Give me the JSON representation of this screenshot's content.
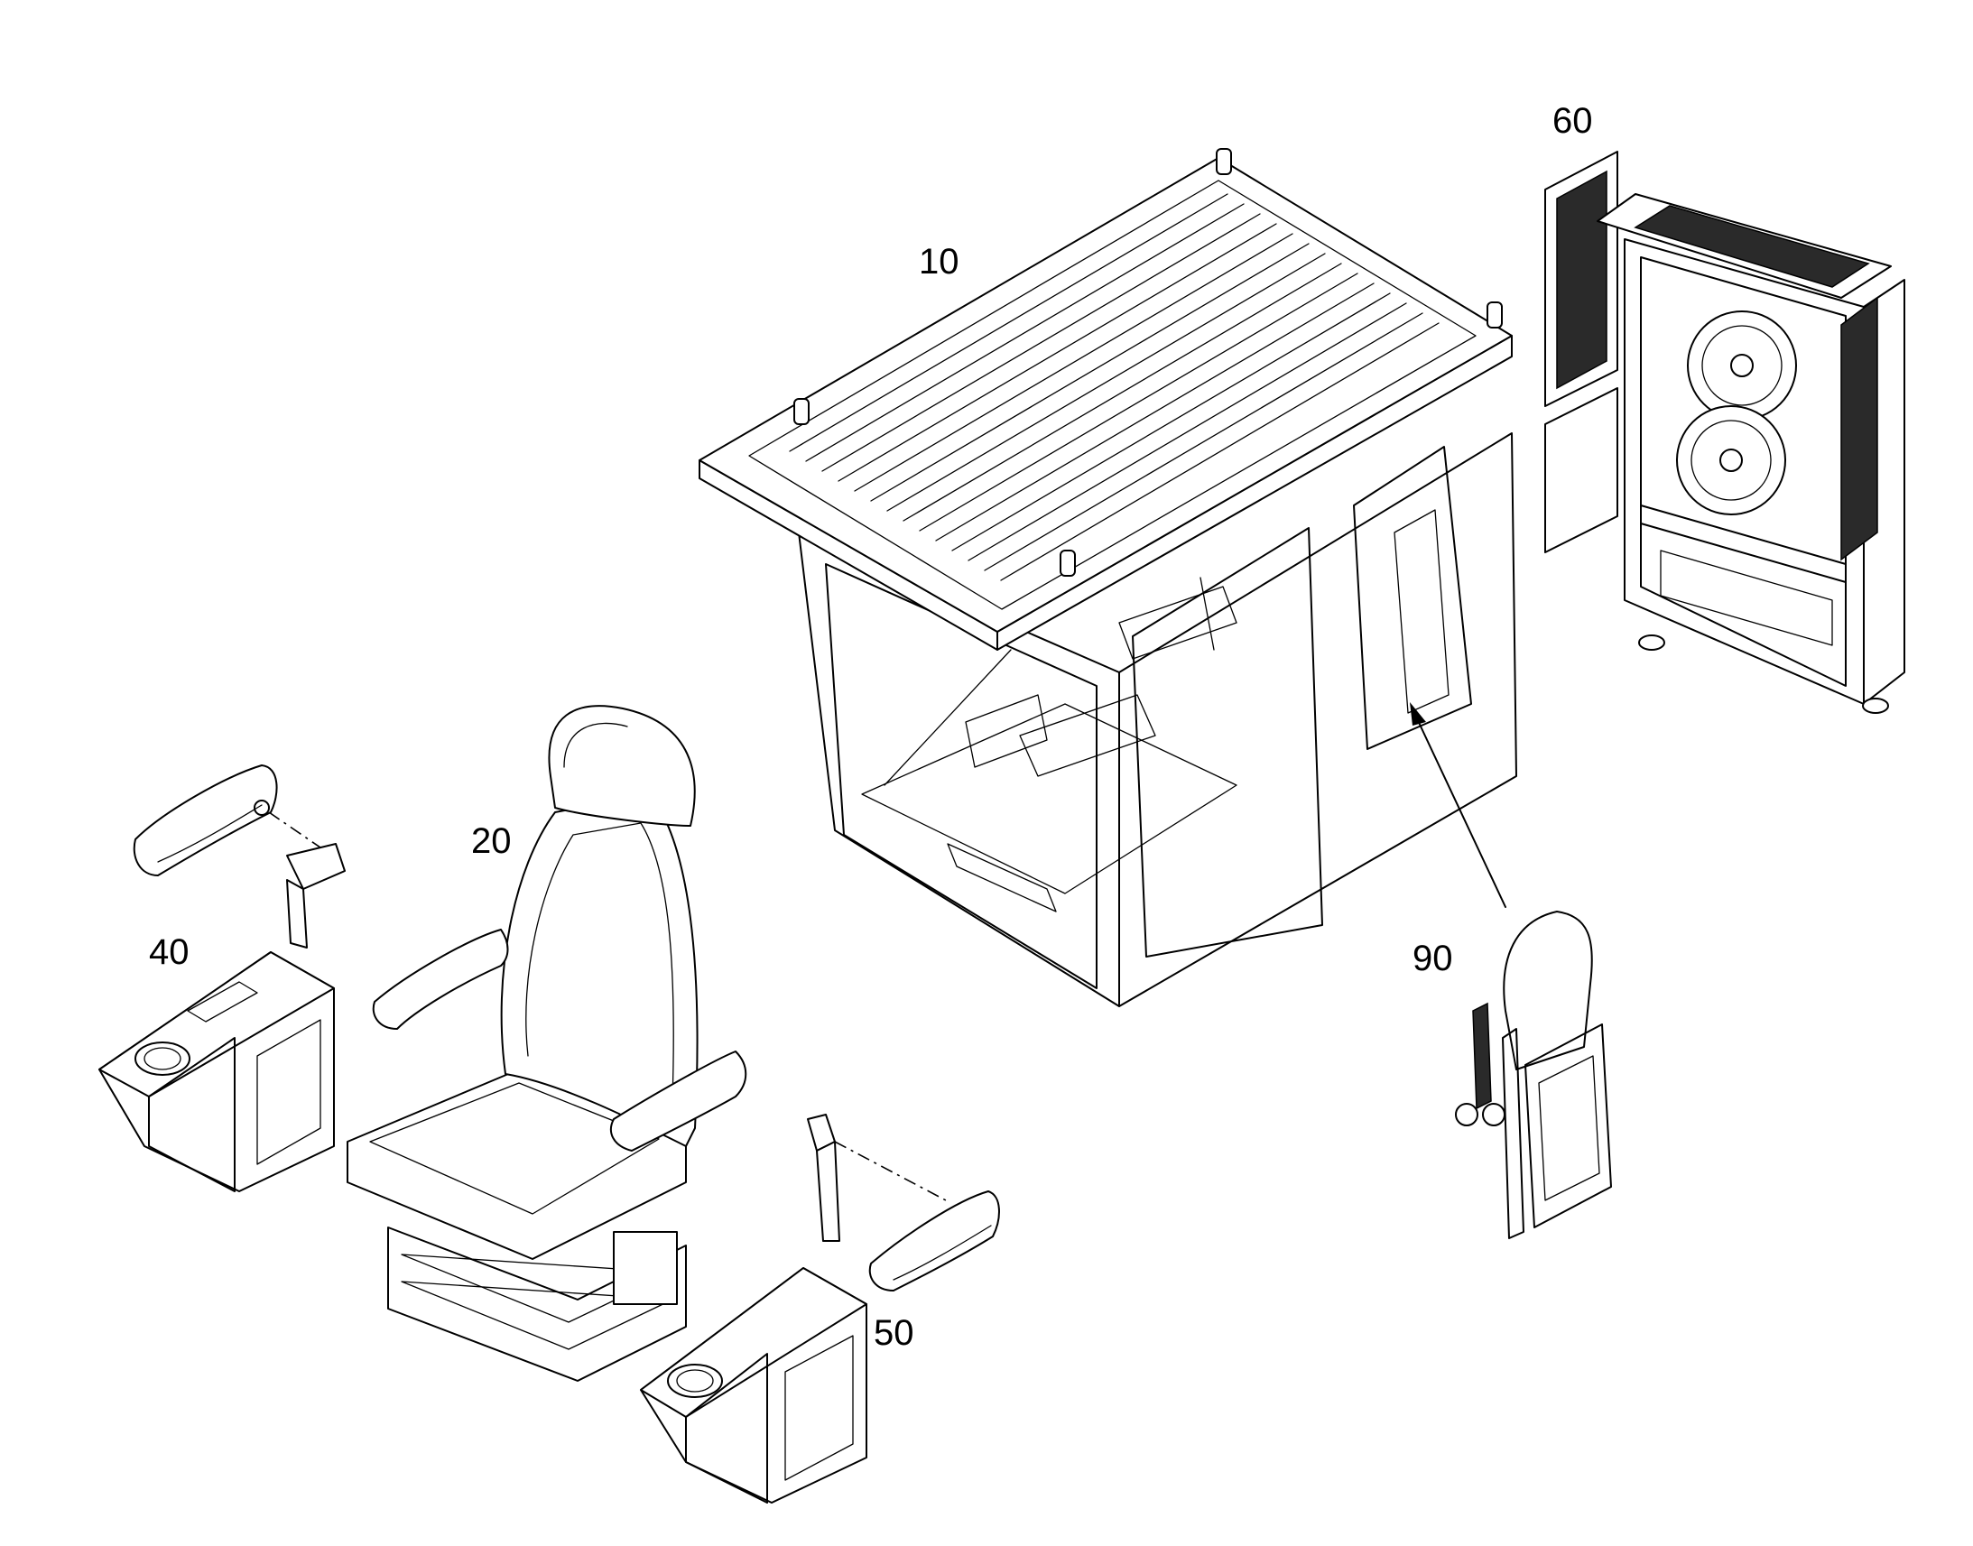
{
  "callouts": {
    "cab": "10",
    "seat": "20",
    "left_console": "40",
    "right_console": "50",
    "hvac_unit": "60",
    "trainer_seat": "90"
  }
}
